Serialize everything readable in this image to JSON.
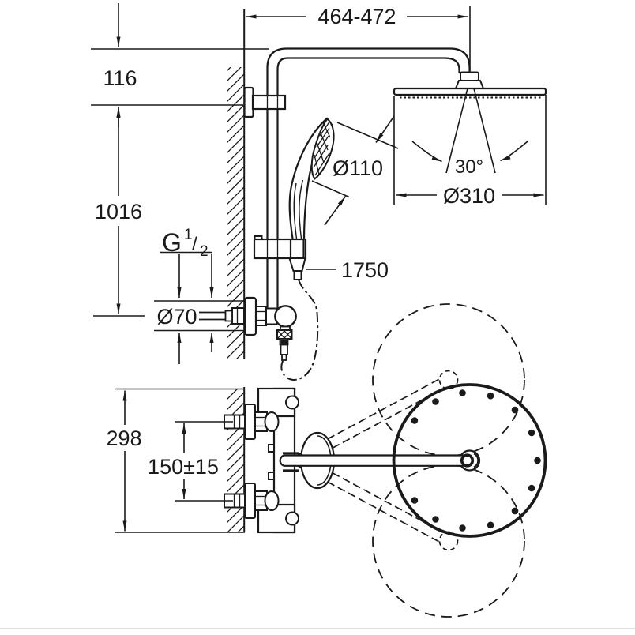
{
  "page": {
    "title": "shower-system-technical-drawing",
    "colors": {
      "ink": "#1a1a1a",
      "paper": "#ffffff",
      "separator": "#e0e0e0"
    }
  },
  "drawing": {
    "type": "technical-dimension-drawing",
    "subject": "thermostatic shower system with head shower, hand shower and swivel arm (front view and plan view)",
    "dimensions": {
      "arm_reach": "464-472",
      "wall_to_pipe_top": "116",
      "rail_length": "1016",
      "thread_g": "G",
      "thread_sup": "1",
      "thread_slash": "/",
      "thread_sub": "2",
      "escutcheon_dia": "Ø70",
      "handshower_dia": "Ø110",
      "spray_angle": "30°",
      "headshower_dia": "Ø310",
      "hose_length": "1750",
      "overall_width": "298",
      "connection_spacing": "150±15"
    }
  }
}
